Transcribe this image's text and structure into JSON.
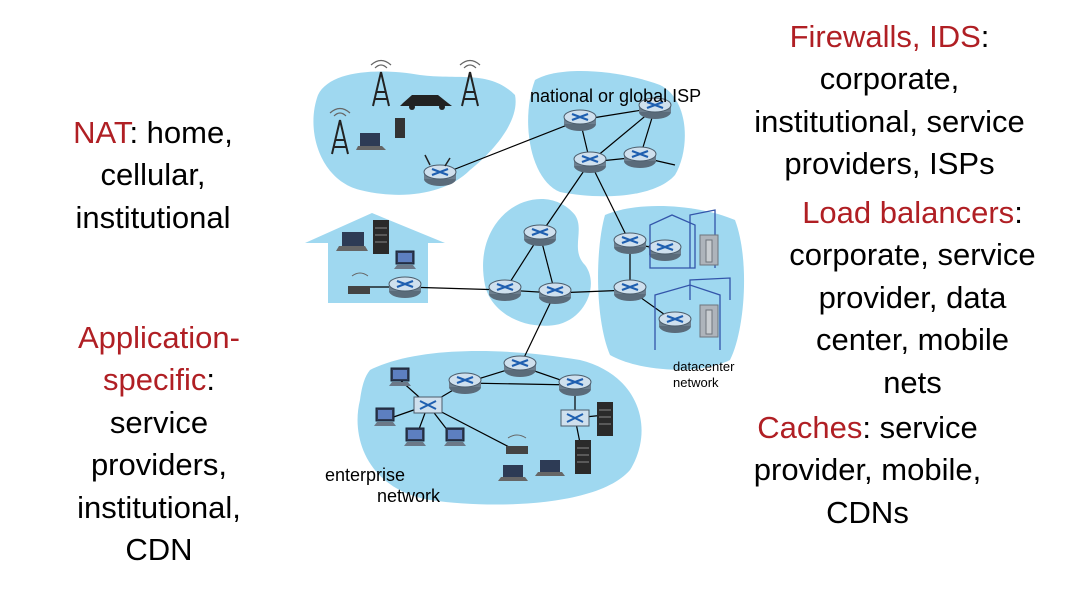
{
  "left": {
    "nat": {
      "keyword": "NAT",
      "rest1": ": home,",
      "line2": "cellular,",
      "line3": "institutional"
    },
    "app": {
      "line1": "Application-",
      "keyword2": "specific",
      "colon": ":",
      "line3": "service",
      "line4": "providers,",
      "line5": "institutional,",
      "line6": "CDN"
    }
  },
  "right": {
    "firewalls": {
      "keyword": "Firewalls, IDS",
      "colon": ":",
      "line2": "corporate,",
      "line3": "institutional, service",
      "line4": "providers, ISPs"
    },
    "load": {
      "keyword": "Load balancers",
      "colon": ":",
      "line2": "corporate, service",
      "line3": "provider, data",
      "line4": "center, mobile",
      "line5": "nets"
    },
    "caches": {
      "keyword": "Caches",
      "rest1": ": service",
      "line2": "provider, mobile,",
      "line3": "CDNs"
    }
  },
  "diagram": {
    "isp_label": "national or global ISP",
    "datacenter_label": [
      "datacenter",
      "network"
    ],
    "enterprise_label": [
      "enterprise",
      "network"
    ]
  },
  "colors": {
    "accent_red": "#b01f24",
    "region_blue": "#9fd8f0",
    "router_blue": "#1f5fb0"
  }
}
